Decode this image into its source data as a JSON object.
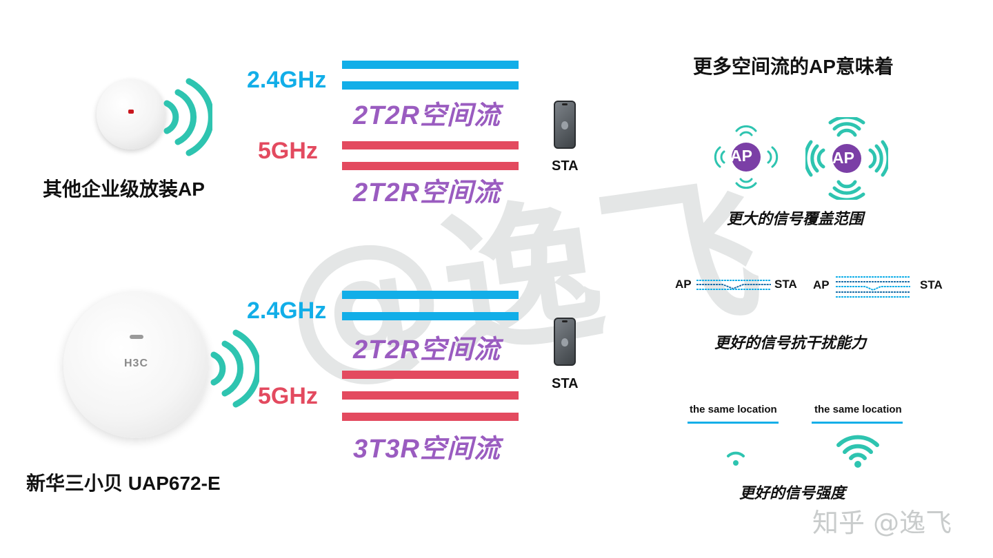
{
  "watermark": "@逸飞",
  "brand_mark": "知乎 @逸飞",
  "colors": {
    "band_24": "#12aee8",
    "band_5": "#e34a5f",
    "stream_text": "#9a5cc0",
    "wave": "#2ec4b0",
    "ap_badge": "#7b3fa6"
  },
  "top_ap": {
    "label": "其他企业级放装AP",
    "device_icon": "huawei-ceiling-ap",
    "band_24": {
      "label": "2.4GHz",
      "stream": "2T2R空间流",
      "lines": 2
    },
    "band_5": {
      "label": "5GHz",
      "stream": "2T2R空间流",
      "lines": 2
    },
    "sta": "STA"
  },
  "bottom_ap": {
    "label": "新华三小贝 UAP672-E",
    "device_logo": "H3C",
    "band_24": {
      "label": "2.4GHz",
      "stream": "2T2R空间流",
      "lines": 2
    },
    "band_5": {
      "label": "5GHz",
      "stream": "3T3R空间流",
      "lines": 3
    },
    "sta": "STA"
  },
  "benefits": {
    "heading": "更多空间流的AP意味着",
    "coverage": {
      "badge": "AP",
      "caption": "更大的信号覆盖范围"
    },
    "interference": {
      "ap": "AP",
      "sta": "STA",
      "caption": "更好的信号抗干扰能力"
    },
    "strength": {
      "location": "the same location",
      "caption": "更好的信号强度"
    }
  }
}
